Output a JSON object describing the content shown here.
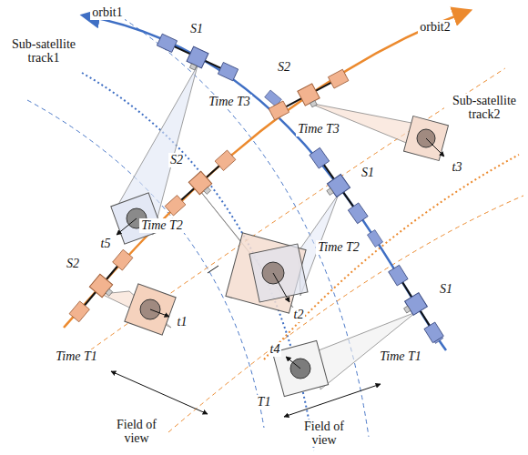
{
  "diagram": {
    "labels": [
      "orbit1",
      "orbit2",
      "S1",
      "Sub-satellite track1",
      "S2",
      "Sub-satellite track2",
      "Time T3",
      "Time T3",
      "S2",
      "t3",
      "S1",
      "Time T2",
      "t5",
      "S2",
      "Time T2",
      "S1",
      "t2",
      "t1",
      "t4",
      "Time T1",
      "Time T1",
      "T1",
      "Field of view",
      "Field of view"
    ]
  }
}
